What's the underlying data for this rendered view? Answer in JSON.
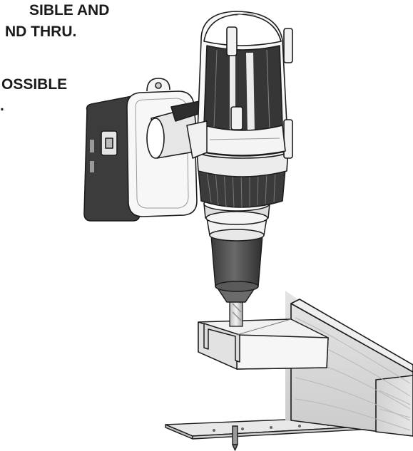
{
  "captions": [
    {
      "lines": [
        "SIBLE AND",
        "ND THRU."
      ]
    },
    {
      "lines": [
        "OSSIBLE",
        "."
      ]
    }
  ],
  "colors": {
    "background": "#ffffff",
    "outline": "#1c1c1c",
    "battery": "#3a3a3a",
    "drill_body": "#f4f4f4",
    "grip_dark": "#3d3d3d",
    "chuck": "#555555",
    "wood": "#d8d8d8",
    "bracket": "#efefef",
    "plate": "#e2e2e2"
  },
  "icons": [
    "drill-illustration",
    "battery-pack",
    "drill-chuck",
    "drill-bit",
    "wood-beam",
    "metal-bracket",
    "bottom-plate"
  ]
}
